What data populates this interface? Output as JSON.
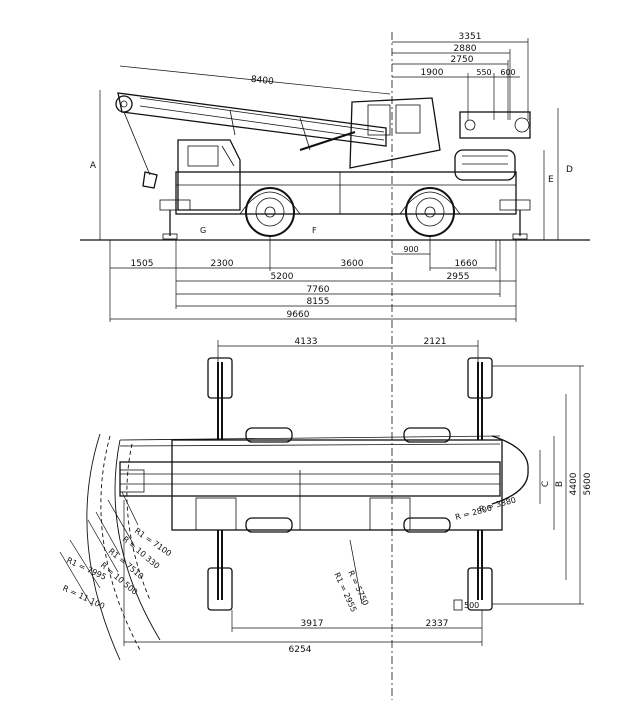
{
  "side_view": {
    "top_dims": [
      "3351",
      "2880",
      "2750",
      "1900",
      "550",
      "600"
    ],
    "boom_length": "8400",
    "bottom_dims": [
      "1505",
      "2300",
      "3600",
      "900",
      "1660",
      "5200",
      "2955",
      "7760",
      "8155",
      "9660"
    ],
    "letters": {
      "a": "A",
      "d": "D",
      "e": "E",
      "f": "F",
      "g": "G"
    }
  },
  "top_view": {
    "top_dims": [
      "4133",
      "2121"
    ],
    "right_dims": [
      "5600",
      "4400",
      "B",
      "C"
    ],
    "radii": [
      "R1 = 7100",
      "R = 10 330",
      "R1 = 7510",
      "R = 10 500",
      "R1 = 7995",
      "R = 11 100",
      "R = 3380",
      "R = 2800",
      "R = 5750",
      "R1 = 2955"
    ],
    "bottom_dims": [
      "3917",
      "2337",
      "6254"
    ],
    "outrigger_pad": "500"
  }
}
